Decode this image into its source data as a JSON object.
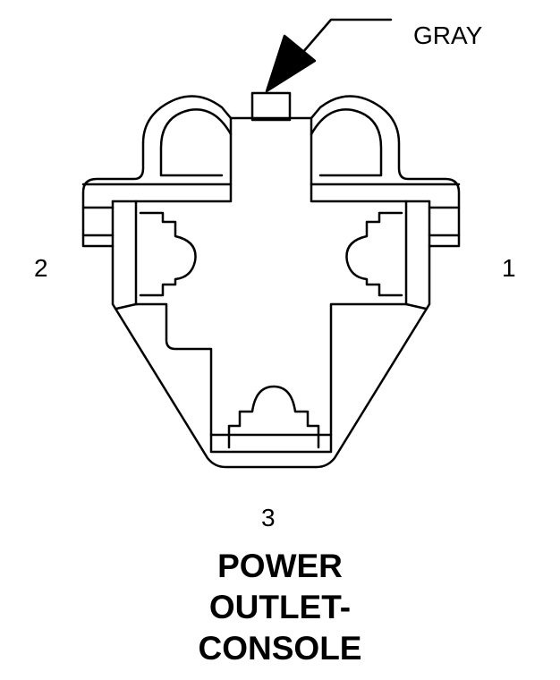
{
  "callout": {
    "wire_color": "GRAY"
  },
  "pins": {
    "left": "2",
    "right": "1",
    "bottom": "3"
  },
  "title": {
    "line1": "POWER",
    "line2": "OUTLET-",
    "line3": "CONSOLE"
  },
  "colors": {
    "stroke": "#000000",
    "background": "#ffffff"
  }
}
